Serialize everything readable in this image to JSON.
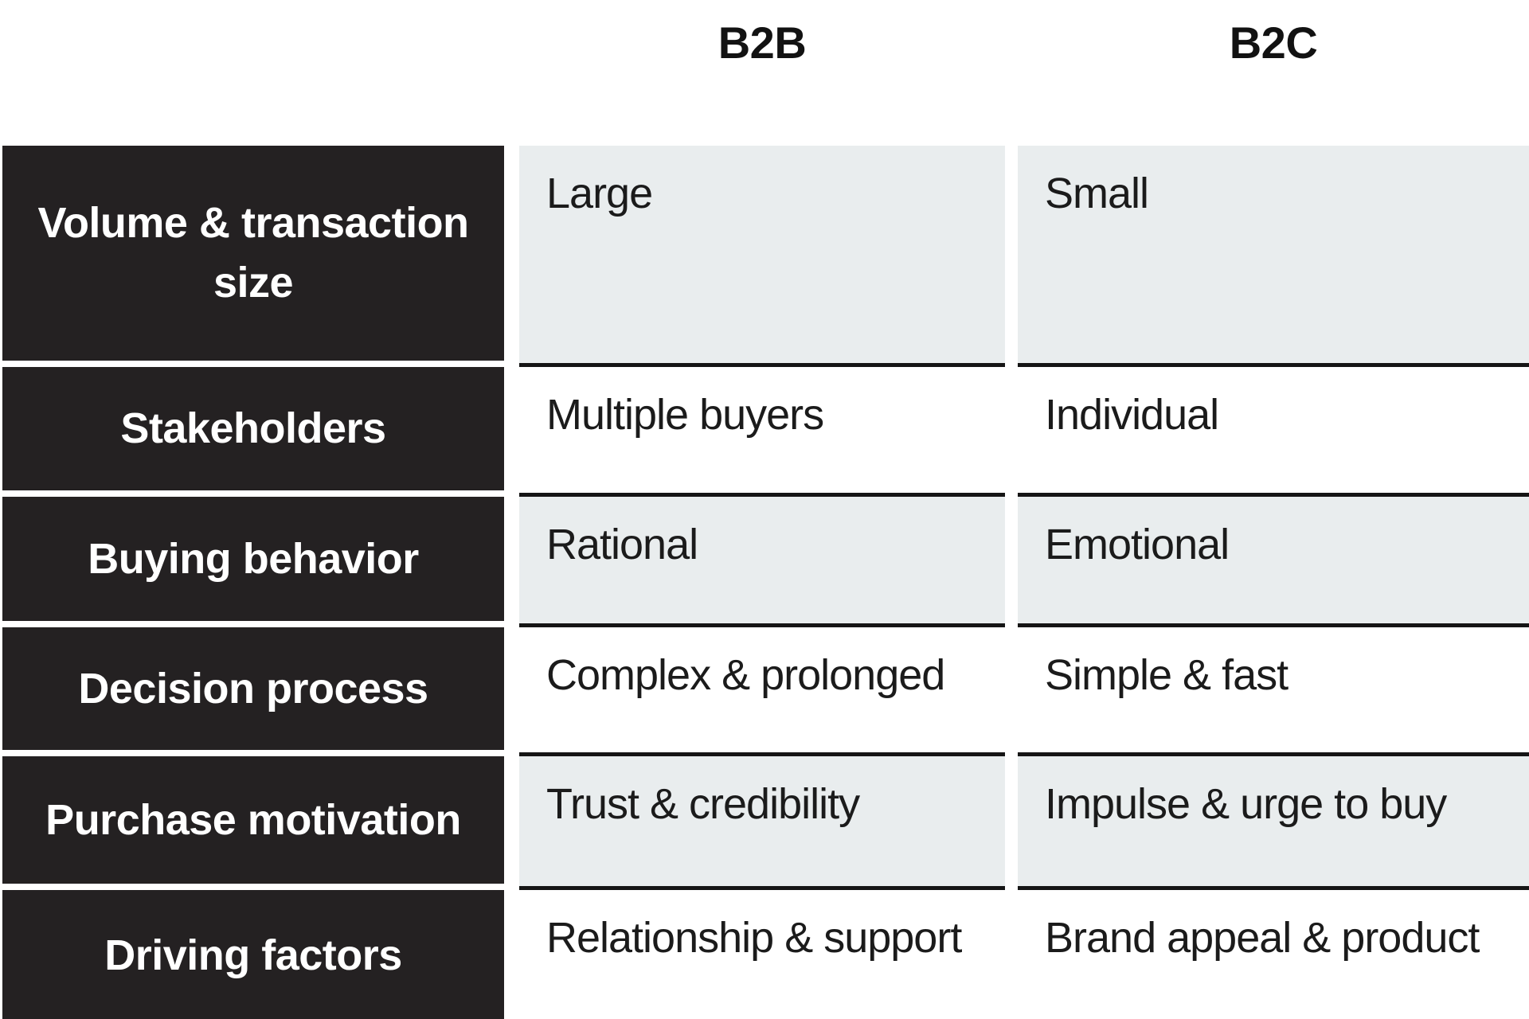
{
  "table": {
    "header": {
      "b2b": "B2B",
      "b2c": "B2C"
    },
    "rows": [
      {
        "label": "Volume & transaction size",
        "b2b": "Large",
        "b2c": "Small"
      },
      {
        "label": "Stakeholders",
        "b2b": "Multiple buyers",
        "b2c": "Individual"
      },
      {
        "label": "Buying behavior",
        "b2b": "Rational",
        "b2c": "Emotional"
      },
      {
        "label": "Decision process",
        "b2b": "Complex & prolonged",
        "b2c": "Simple & fast"
      },
      {
        "label": "Purchase motivation",
        "b2b": "Trust & credibility",
        "b2c": "Impulse & urge to buy"
      },
      {
        "label": "Driving factors",
        "b2b": "Relationship & support",
        "b2c": "Brand appeal & product"
      }
    ],
    "colors": {
      "label_bg": "#242122",
      "row_alt_bg": "#e9edee",
      "row_bg": "#ffffff",
      "divider": "#151515",
      "label_text": "#ffffff",
      "value_text": "#1b1b1b",
      "header_text": "#121212",
      "page_bg": "#ffffff"
    }
  },
  "chart_data": {
    "type": "table",
    "title": "",
    "columns": [
      "",
      "B2B",
      "B2C"
    ],
    "categories": [
      "Volume & transaction size",
      "Stakeholders",
      "Buying behavior",
      "Decision process",
      "Purchase motivation",
      "Driving factors"
    ],
    "series": [
      {
        "name": "B2B",
        "values": [
          "Large",
          "Multiple buyers",
          "Rational",
          "Complex & prolonged",
          "Trust & credibility",
          "Relationship & support"
        ]
      },
      {
        "name": "B2C",
        "values": [
          "Small",
          "Individual",
          "Emotional",
          "Simple & fast",
          "Impulse & urge to buy",
          "Brand appeal & product"
        ]
      }
    ],
    "layout_hints": {
      "row_striping": "odd rows light gray, even rows white",
      "label_column": "dark filled, white bold text",
      "grid": "horizontal black dividers only"
    }
  }
}
